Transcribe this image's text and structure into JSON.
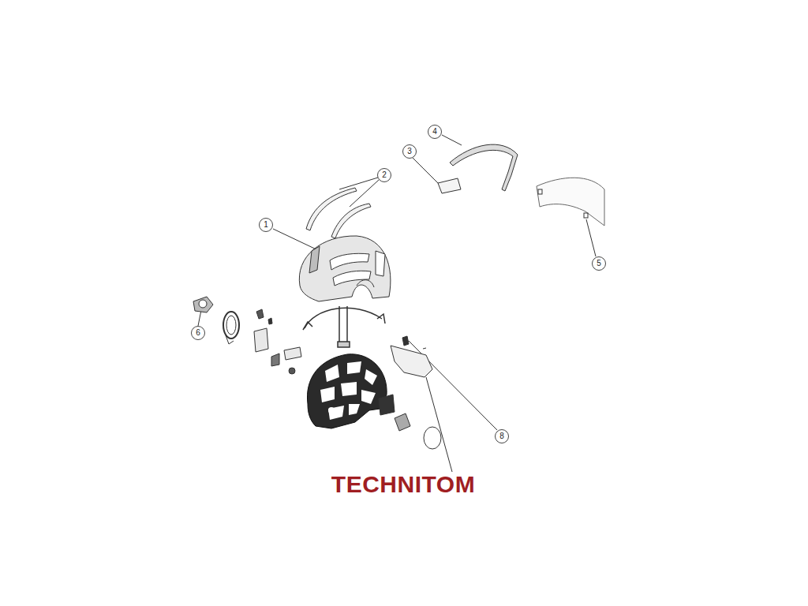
{
  "diagram": {
    "labels": [
      "1",
      "2",
      "3",
      "4",
      "5",
      "6",
      "8",
      "TECHNITOM"
    ]
  }
}
